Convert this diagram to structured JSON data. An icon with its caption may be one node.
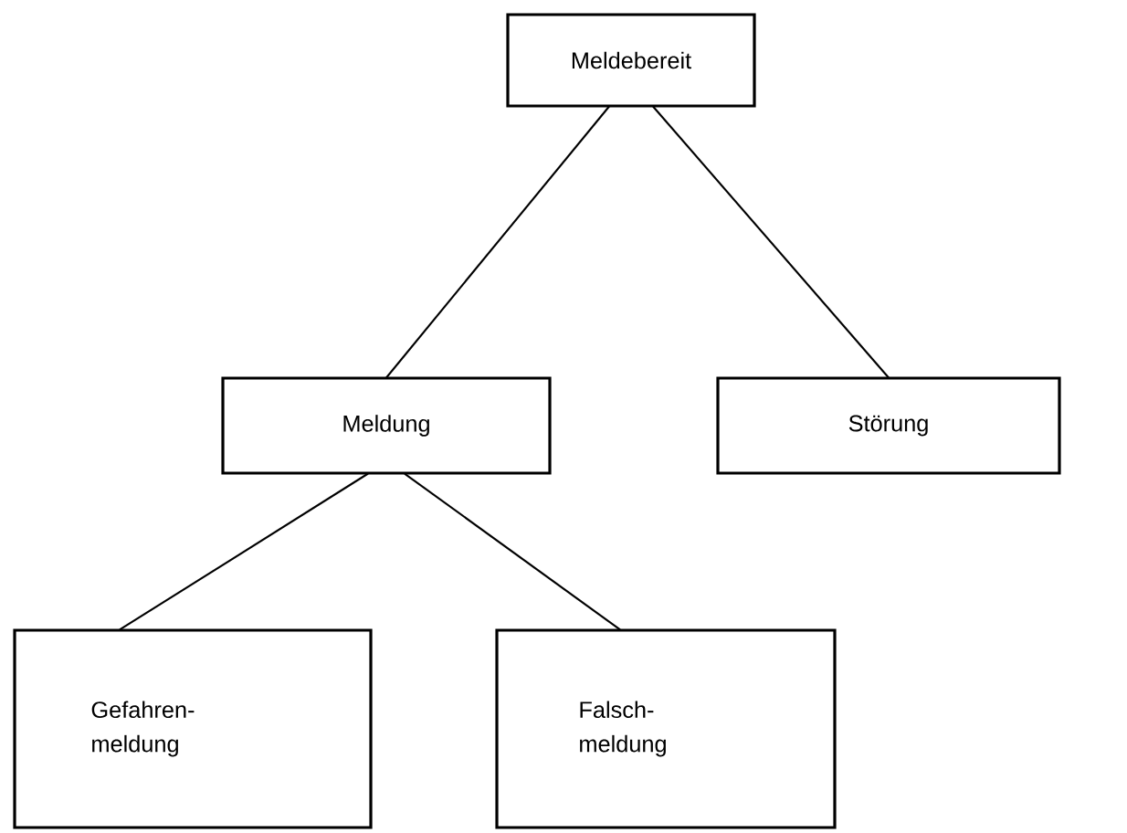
{
  "diagram": {
    "nodes": [
      {
        "text": [
          "Meldebereit"
        ]
      },
      {
        "text": [
          "Meldung"
        ]
      },
      {
        "text": [
          "Störung"
        ]
      },
      {
        "text": [
          "Gefahren- meldung"
        ]
      },
      {
        "text": [
          "Falsch- meldung"
        ]
      }
    ],
    "edges": [
      {
        "from": 0,
        "to": 1,
        "arrow": "none"
      },
      {
        "from": 0,
        "to": 2,
        "arrow": "none"
      },
      {
        "from": 1,
        "to": 3,
        "arrow": "none"
      },
      {
        "from": 1,
        "to": 4,
        "arrow": "none"
      }
    ]
  }
}
